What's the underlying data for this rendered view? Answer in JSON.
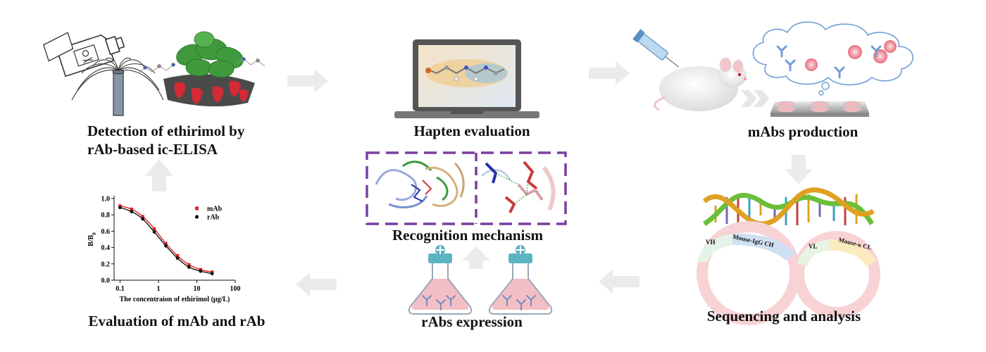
{
  "labels": {
    "detection_line1": "Detection of ethirimol by",
    "detection_line2": "rAb-based ic-ELISA",
    "hapten": "Hapten evaluation",
    "mabs_production": "mAbs production",
    "recognition": "Recognition mechanism",
    "rabs_expression": "rAbs expression",
    "sequencing": "Sequencing and analysis",
    "evaluation": "Evaluation of mAb and rAb"
  },
  "plasmids": {
    "heavy": {
      "v": "VH",
      "c": "Mouse-IgG CH"
    },
    "light": {
      "v": "VL",
      "c": "Mouse-κ CL"
    }
  },
  "chart_data": {
    "type": "line",
    "xscale": "log",
    "xlim": [
      0.07,
      100
    ],
    "ylim": [
      0,
      1.0
    ],
    "xticks": [
      "0.1",
      "1",
      "10",
      "100"
    ],
    "yticks": [
      "0.0",
      "0.2",
      "0.4",
      "0.6",
      "0.8",
      "1.0"
    ],
    "xlabel": "The concentraion of ethirimol (μg/L)",
    "ylabel": "B/B",
    "ylabel_sub": "0",
    "legend_position": "top-right",
    "series": [
      {
        "name": "mAb",
        "color": "#e02020",
        "x": [
          0.1,
          0.2,
          0.39,
          0.78,
          1.56,
          3.13,
          6.25,
          12.5,
          25
        ],
        "y": [
          0.91,
          0.87,
          0.78,
          0.63,
          0.45,
          0.3,
          0.19,
          0.13,
          0.1
        ]
      },
      {
        "name": "rAb",
        "color": "#111111",
        "x": [
          0.1,
          0.2,
          0.39,
          0.78,
          1.56,
          3.13,
          6.25,
          12.5,
          25
        ],
        "y": [
          0.89,
          0.84,
          0.75,
          0.59,
          0.42,
          0.27,
          0.16,
          0.11,
          0.08
        ]
      }
    ]
  },
  "colors": {
    "arrow": "#ebebeb",
    "frame": "#7a3fa0",
    "plasmid": "#f7d3d6",
    "flask_cap": "#5cb3c2",
    "medium": "#f2b8be",
    "cloud": "#6f9ed6"
  }
}
